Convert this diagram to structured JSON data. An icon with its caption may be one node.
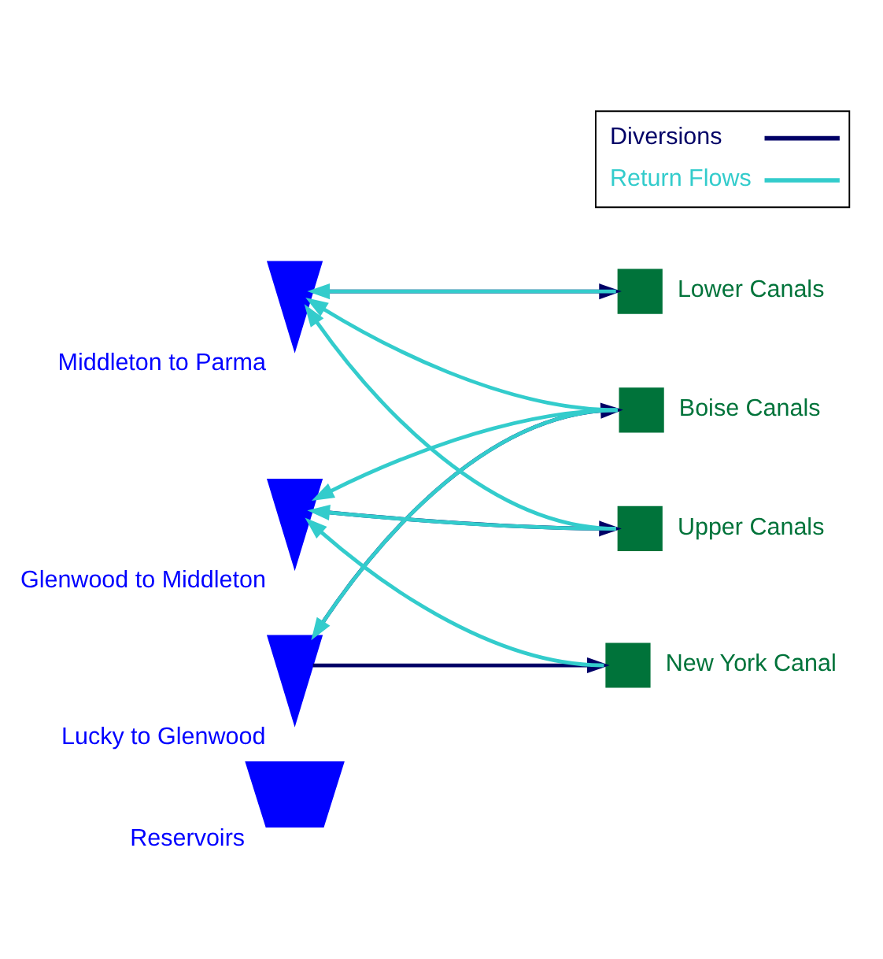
{
  "diagram": {
    "nodes": [
      {
        "text": [],
        "shape": "trapezoid",
        "beside": [
          "Reservoirs"
        ]
      },
      {
        "text": [],
        "shape": "arrow",
        "beside": [
          "Lucky to Glenwood"
        ]
      },
      {
        "text": [],
        "shape": "arrow",
        "beside": [
          "Glenwood to Middleton"
        ]
      },
      {
        "text": [],
        "shape": "arrow",
        "beside": [
          "Middleton to Parma"
        ]
      },
      {
        "text": [],
        "shape": "box",
        "beside": [
          "New York Canal"
        ]
      },
      {
        "text": [],
        "shape": "box",
        "beside": [
          "Boise Canals"
        ]
      },
      {
        "text": [],
        "shape": "box",
        "beside": [
          "Upper Canals"
        ]
      },
      {
        "text": [],
        "shape": "box",
        "beside": [
          "Lower Canals"
        ]
      }
    ],
    "edges": [
      {
        "from": 1,
        "to": 4,
        "arrow": "to",
        "color": "#000066"
      },
      {
        "from": 1,
        "to": 5,
        "arrow": "to",
        "color": "#000066"
      },
      {
        "from": 2,
        "to": 6,
        "arrow": "to",
        "color": "#000066"
      },
      {
        "from": 3,
        "to": 7,
        "arrow": "to",
        "color": "#000066"
      },
      {
        "from": 4,
        "to": 2,
        "arrow": "to"
      },
      {
        "from": 5,
        "to": 1,
        "arrow": "to"
      },
      {
        "from": 5,
        "to": 2,
        "arrow": "to"
      },
      {
        "from": 5,
        "to": 3,
        "arrow": "to"
      },
      {
        "from": 6,
        "to": 2,
        "arrow": "to"
      },
      {
        "from": 6,
        "to": 3,
        "arrow": "to"
      },
      {
        "from": 7,
        "to": 3,
        "arrow": "to"
      }
    ],
    "legend": [
      {
        "text": "Diversions"
      },
      {
        "text": "Return Flows"
      }
    ]
  }
}
